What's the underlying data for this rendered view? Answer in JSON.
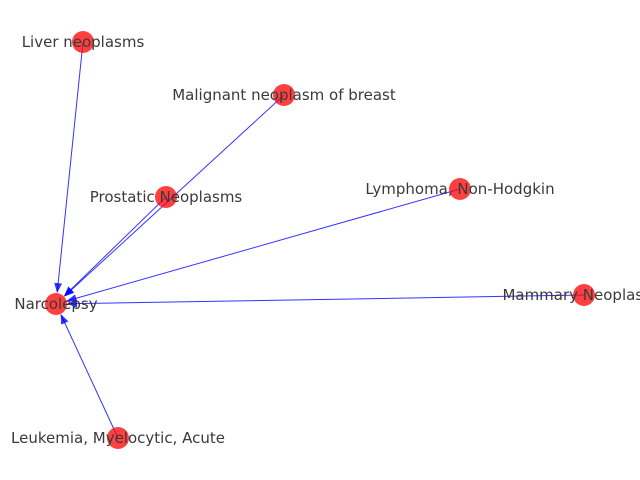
{
  "diagram": {
    "type": "directed-graph",
    "node_color": "#ff0000",
    "edge_color": "#0000ff",
    "label_color": "#3a3a3a",
    "nodes": [
      {
        "id": "narcolepsy",
        "label": "Narcolepsy"
      },
      {
        "id": "liver-neoplasms",
        "label": "Liver neoplasms"
      },
      {
        "id": "malignant-neoplasm-breast",
        "label": "Malignant neoplasm of breast"
      },
      {
        "id": "prostatic-neoplasms",
        "label": "Prostatic Neoplasms"
      },
      {
        "id": "lymphoma-non-hodgkin",
        "label": "Lymphoma, Non-Hodgkin"
      },
      {
        "id": "mammary-neoplasms",
        "label": "Mammary Neoplasms"
      },
      {
        "id": "leukemia-myelocytic-acute",
        "label": "Leukemia, Myelocytic, Acute"
      }
    ],
    "edges": [
      {
        "source": "liver-neoplasms",
        "target": "narcolepsy"
      },
      {
        "source": "malignant-neoplasm-breast",
        "target": "narcolepsy"
      },
      {
        "source": "prostatic-neoplasms",
        "target": "narcolepsy"
      },
      {
        "source": "lymphoma-non-hodgkin",
        "target": "narcolepsy"
      },
      {
        "source": "mammary-neoplasms",
        "target": "narcolepsy"
      },
      {
        "source": "leukemia-myelocytic-acute",
        "target": "narcolepsy"
      }
    ]
  }
}
